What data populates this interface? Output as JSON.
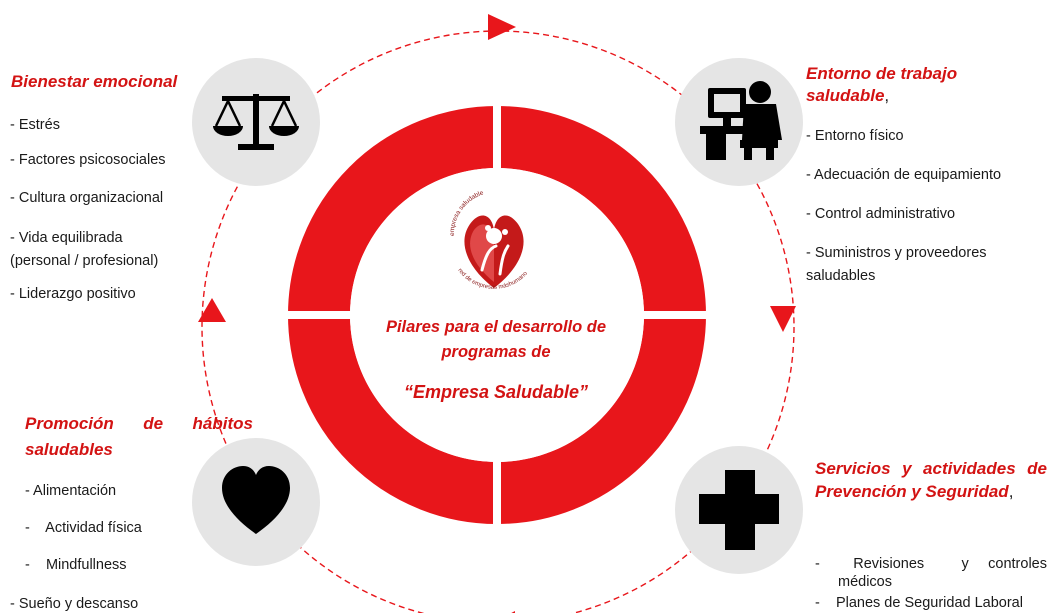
{
  "colors": {
    "accent": "#e8161b",
    "heading": "#d31313",
    "icon_circle": "#e5e5e5",
    "icon": "#000000"
  },
  "center": {
    "logo_top_text": "empresa saludable",
    "logo_bottom_text": "red de empresas máshumano",
    "title_line1": "Pilares para el desarrollo de",
    "title_line2": "programas de",
    "title_line3": "“Empresa Saludable”"
  },
  "pillars": {
    "emotional": {
      "icon": "scales-icon",
      "title": "Bienestar emocional",
      "items": [
        "- Estrés",
        "- Factores psicosociales",
        "- Cultura organizacional",
        "- Vida equilibrada",
        "(personal / profesional)",
        "- Liderazgo positivo"
      ]
    },
    "environment": {
      "icon": "office-worker-icon",
      "title_line1": "Entorno de trabajo",
      "title_line2": "saludable",
      "title_tail": ",",
      "items": [
        "- Entorno físico",
        "- Adecuación de equipamiento",
        "- Control administrativo",
        "- Suministros y proveedores",
        "saludables"
      ]
    },
    "habits": {
      "icon": "heart-icon",
      "title_line1_words": [
        "Promoción",
        "de",
        "hábitos"
      ],
      "title_line2": "saludables",
      "items": [
        "- Alimentación",
        "-    Actividad física",
        "-    Mindfullness",
        "- Sueño y descanso"
      ]
    },
    "prevention": {
      "icon": "cross-icon",
      "title_line1_words": [
        "Servicios",
        "y",
        "actividades",
        "de"
      ],
      "title_line2": "Prevención y Seguridad",
      "title_tail": ",",
      "items": [
        {
          "words": [
            "-",
            "Revisiones",
            "y",
            "controles"
          ]
        },
        {
          "text": "médicos"
        },
        {
          "text": "-    Planes de Seguridad Laboral"
        }
      ]
    }
  }
}
